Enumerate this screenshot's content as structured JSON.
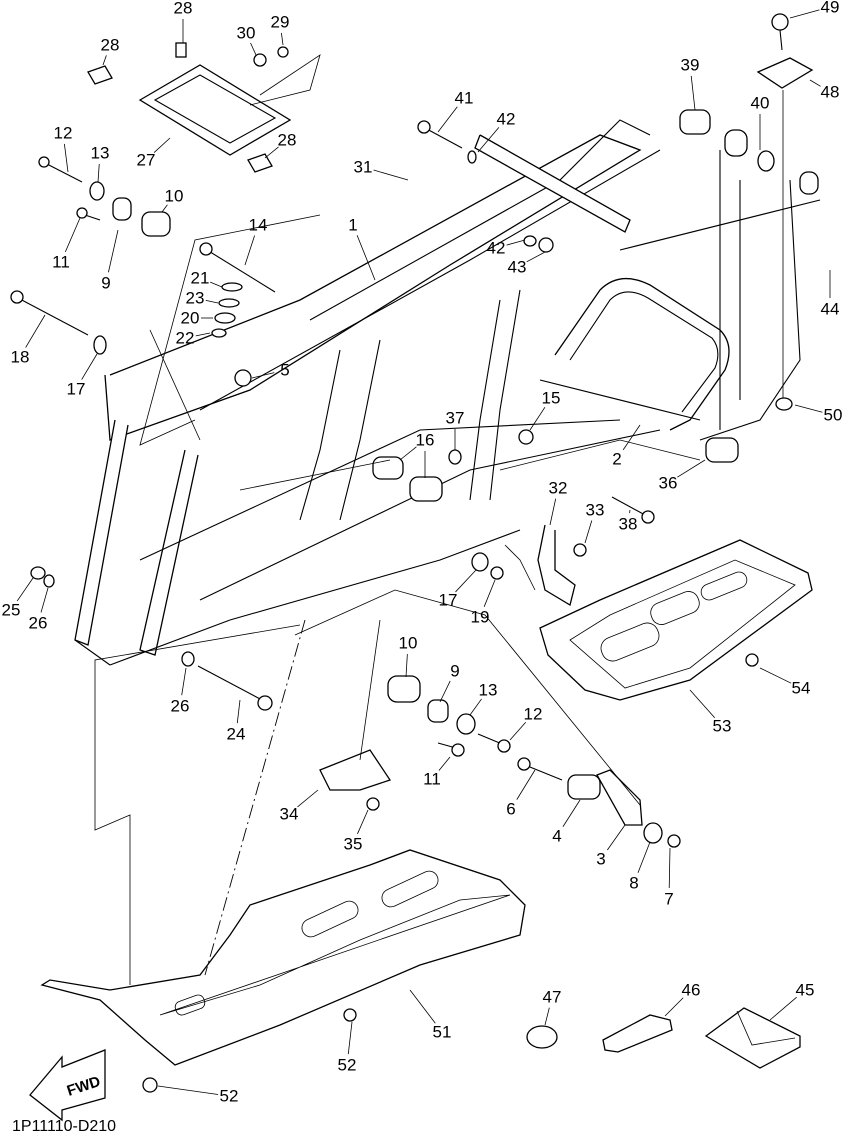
{
  "diagram": {
    "title_code": "1P11110-D210",
    "fwd_label": "FWD",
    "callouts": [
      {
        "id": "c1",
        "text": "1",
        "part": "frame"
      },
      {
        "id": "c2",
        "text": "2",
        "part": "rear-cross-member"
      },
      {
        "id": "c3",
        "text": "3",
        "part": "engine-bracket-right"
      },
      {
        "id": "c4",
        "text": "4",
        "part": "damper-right"
      },
      {
        "id": "c5",
        "text": "5",
        "part": "bolt"
      },
      {
        "id": "c6",
        "text": "6",
        "part": "bolt"
      },
      {
        "id": "c7",
        "text": "7",
        "part": "nut"
      },
      {
        "id": "c8",
        "text": "8",
        "part": "washer"
      },
      {
        "id": "c9a",
        "text": "9",
        "part": "collar"
      },
      {
        "id": "c9b",
        "text": "9",
        "part": "collar"
      },
      {
        "id": "c10a",
        "text": "10",
        "part": "damper"
      },
      {
        "id": "c10b",
        "text": "10",
        "part": "damper"
      },
      {
        "id": "c11a",
        "text": "11",
        "part": "bolt"
      },
      {
        "id": "c11b",
        "text": "11",
        "part": "bolt"
      },
      {
        "id": "c12a",
        "text": "12",
        "part": "bolt"
      },
      {
        "id": "c12b",
        "text": "12",
        "part": "bolt"
      },
      {
        "id": "c13a",
        "text": "13",
        "part": "washer"
      },
      {
        "id": "c13b",
        "text": "13",
        "part": "washer"
      },
      {
        "id": "c14",
        "text": "14",
        "part": "bolt"
      },
      {
        "id": "c15",
        "text": "15",
        "part": "nut"
      },
      {
        "id": "c16",
        "text": "16",
        "part": "damper-pair"
      },
      {
        "id": "c17a",
        "text": "17",
        "part": "washer"
      },
      {
        "id": "c17b",
        "text": "17",
        "part": "washer"
      },
      {
        "id": "c18",
        "text": "18",
        "part": "bolt"
      },
      {
        "id": "c19",
        "text": "19",
        "part": "nut"
      },
      {
        "id": "c20",
        "text": "20",
        "part": "washer"
      },
      {
        "id": "c21",
        "text": "21",
        "part": "washer"
      },
      {
        "id": "c22",
        "text": "22",
        "part": "nut"
      },
      {
        "id": "c23",
        "text": "23",
        "part": "washer"
      },
      {
        "id": "c24",
        "text": "24",
        "part": "bolt"
      },
      {
        "id": "c25",
        "text": "25",
        "part": "nut"
      },
      {
        "id": "c26a",
        "text": "26",
        "part": "washer"
      },
      {
        "id": "c26b",
        "text": "26",
        "part": "washer"
      },
      {
        "id": "c27",
        "text": "27",
        "part": "battery-box"
      },
      {
        "id": "c28a",
        "text": "28",
        "part": "nut-clip"
      },
      {
        "id": "c28b",
        "text": "28",
        "part": "nut-clip"
      },
      {
        "id": "c28c",
        "text": "28",
        "part": "nut-clip"
      },
      {
        "id": "c29",
        "text": "29",
        "part": "nut"
      },
      {
        "id": "c30",
        "text": "30",
        "part": "bolt"
      },
      {
        "id": "c31",
        "text": "31",
        "part": "bracket"
      },
      {
        "id": "c32",
        "text": "32",
        "part": "bracket"
      },
      {
        "id": "c33",
        "text": "33",
        "part": "bolt"
      },
      {
        "id": "c34",
        "text": "34",
        "part": "bracket"
      },
      {
        "id": "c35",
        "text": "35",
        "part": "bolt"
      },
      {
        "id": "c36",
        "text": "36",
        "part": "damper"
      },
      {
        "id": "c37",
        "text": "37",
        "part": "washer"
      },
      {
        "id": "c38",
        "text": "38",
        "part": "bolt"
      },
      {
        "id": "c39",
        "text": "39",
        "part": "damper"
      },
      {
        "id": "c40",
        "text": "40",
        "part": "washer"
      },
      {
        "id": "c41",
        "text": "41",
        "part": "bolt"
      },
      {
        "id": "c42a",
        "text": "42",
        "part": "washer"
      },
      {
        "id": "c42b",
        "text": "42",
        "part": "washer"
      },
      {
        "id": "c43",
        "text": "43",
        "part": "nut"
      },
      {
        "id": "c44",
        "text": "44",
        "part": "label"
      },
      {
        "id": "c45",
        "text": "45",
        "part": "tool-bag"
      },
      {
        "id": "c46",
        "text": "46",
        "part": "fuse-holder"
      },
      {
        "id": "c47",
        "text": "47",
        "part": "o-ring"
      },
      {
        "id": "c48",
        "text": "48",
        "part": "stay"
      },
      {
        "id": "c49",
        "text": "49",
        "part": "bolt"
      },
      {
        "id": "c50",
        "text": "50",
        "part": "nut"
      },
      {
        "id": "c51",
        "text": "51",
        "part": "front-skid-plate"
      },
      {
        "id": "c52a",
        "text": "52",
        "part": "bolt"
      },
      {
        "id": "c52b",
        "text": "52",
        "part": "bolt"
      },
      {
        "id": "c53",
        "text": "53",
        "part": "rear-skid-plate"
      },
      {
        "id": "c54",
        "text": "54",
        "part": "bolt"
      }
    ]
  }
}
